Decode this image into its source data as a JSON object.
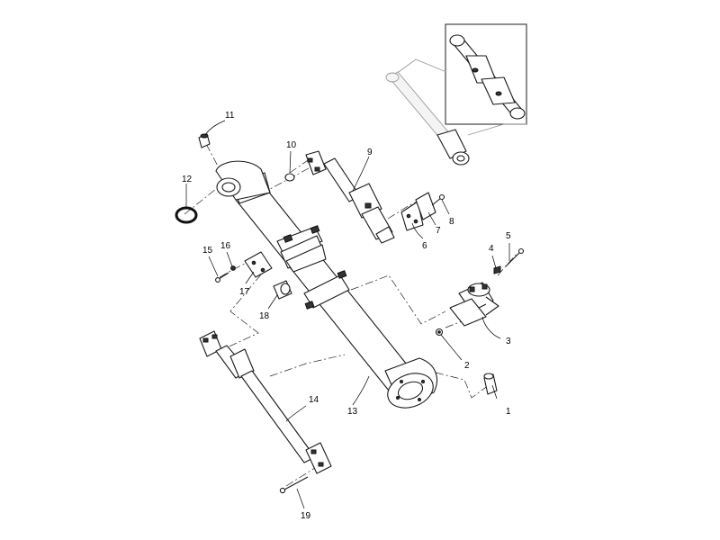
{
  "callouts": [
    "1",
    "2",
    "3",
    "4",
    "5",
    "6",
    "7",
    "8",
    "9",
    "10",
    "11",
    "12",
    "13",
    "14",
    "15",
    "16",
    "17",
    "18",
    "19"
  ],
  "colors": {
    "line": "#1a1a1a",
    "phantom": "#9a9a9a",
    "background": "#ffffff"
  }
}
